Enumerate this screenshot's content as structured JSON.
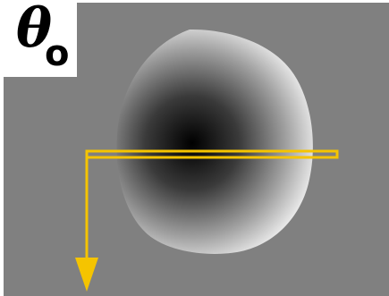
{
  "label": {
    "symbol": "θ",
    "subscript": "o"
  },
  "colors": {
    "background_field": "#808080",
    "shape_center": "#000000",
    "shape_edge": "#ffffff",
    "annotation": "#f5c400",
    "label_bg": "#ffffff"
  },
  "icons": {
    "path_marker": "l-shaped-arrow-down"
  }
}
